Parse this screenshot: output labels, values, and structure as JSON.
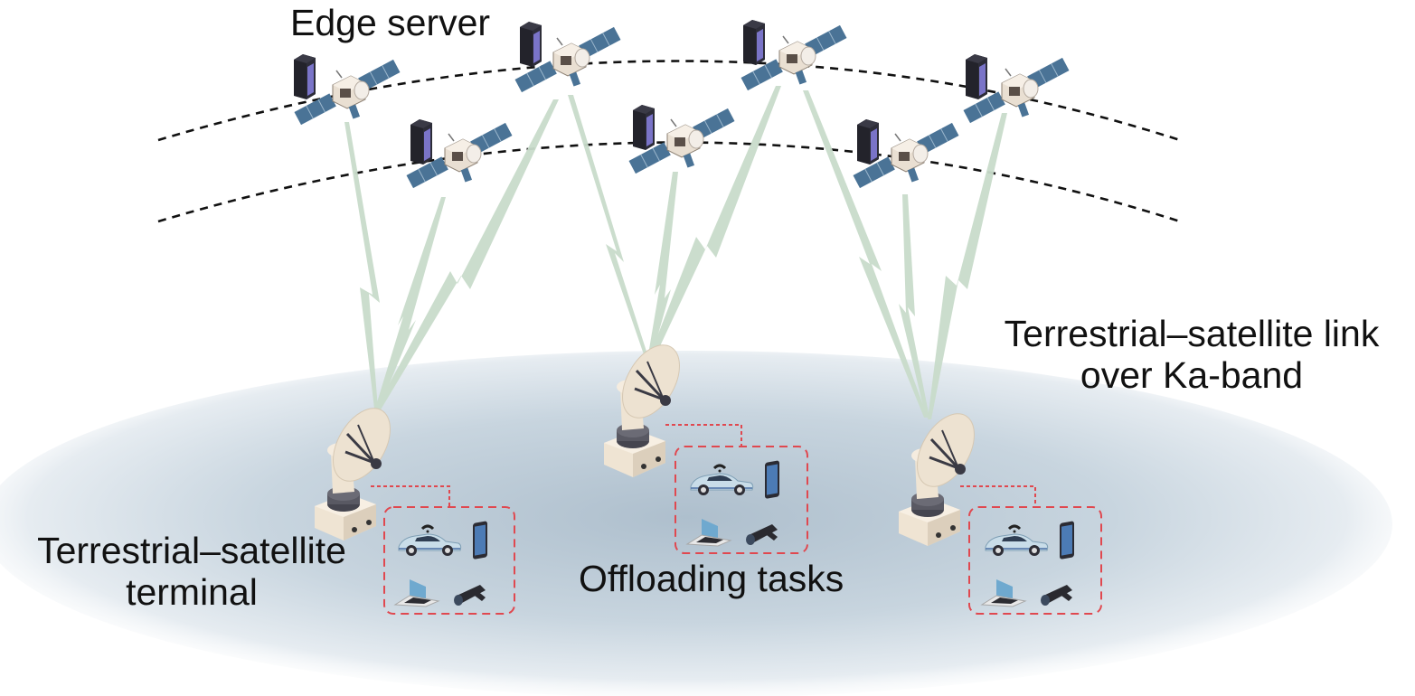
{
  "diagram": {
    "title": "Satellite edge computing with terrestrial–satellite terminals",
    "labels": {
      "edge_server": "Edge server",
      "link_line1": "Terrestrial–satellite link",
      "link_line2": "over Ka-band",
      "terminal_line1": "Terrestrial–satellite",
      "terminal_line2": "terminal",
      "offloading": "Offloading tasks"
    },
    "orbits": [
      {
        "name": "upper-orbit",
        "satellites": 4
      },
      {
        "name": "lower-orbit",
        "satellites": 3
      }
    ],
    "satellites": [
      {
        "orbit": "upper",
        "has_edge_server": true
      },
      {
        "orbit": "upper",
        "has_edge_server": true
      },
      {
        "orbit": "upper",
        "has_edge_server": true
      },
      {
        "orbit": "upper",
        "has_edge_server": true
      },
      {
        "orbit": "lower",
        "has_edge_server": true
      },
      {
        "orbit": "lower",
        "has_edge_server": true
      },
      {
        "orbit": "lower",
        "has_edge_server": true
      }
    ],
    "terminals": [
      {
        "name": "left-terminal",
        "devices": [
          "car-icon",
          "smartphone-icon",
          "laptop-icon",
          "camera-icon"
        ]
      },
      {
        "name": "center-terminal",
        "devices": [
          "car-icon",
          "smartphone-icon",
          "laptop-icon",
          "camera-icon"
        ]
      },
      {
        "name": "right-terminal",
        "devices": [
          "car-icon",
          "smartphone-icon",
          "laptop-icon",
          "camera-icon"
        ]
      }
    ],
    "colors": {
      "ground_ellipse": "#b9cad6",
      "beam": "#c9dccb",
      "orbit_line": "#111111",
      "device_box": "#e0484f",
      "solar_panel": "#4a7396",
      "server": "#2a2a33",
      "server_light": "#7a74c8",
      "dish": "#efe6d8"
    }
  }
}
